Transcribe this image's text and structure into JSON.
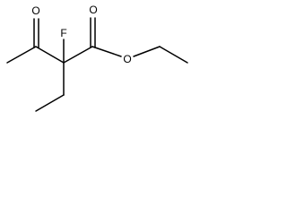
{
  "molecule": {
    "atoms": {
      "ketone_oxygen": "O",
      "fluorine": "F",
      "ester_carbonyl_oxygen": "O",
      "ester_oxygen": "O"
    },
    "colors": {
      "bond": "#000000",
      "label": "#000000",
      "background": "#ffffff"
    }
  }
}
